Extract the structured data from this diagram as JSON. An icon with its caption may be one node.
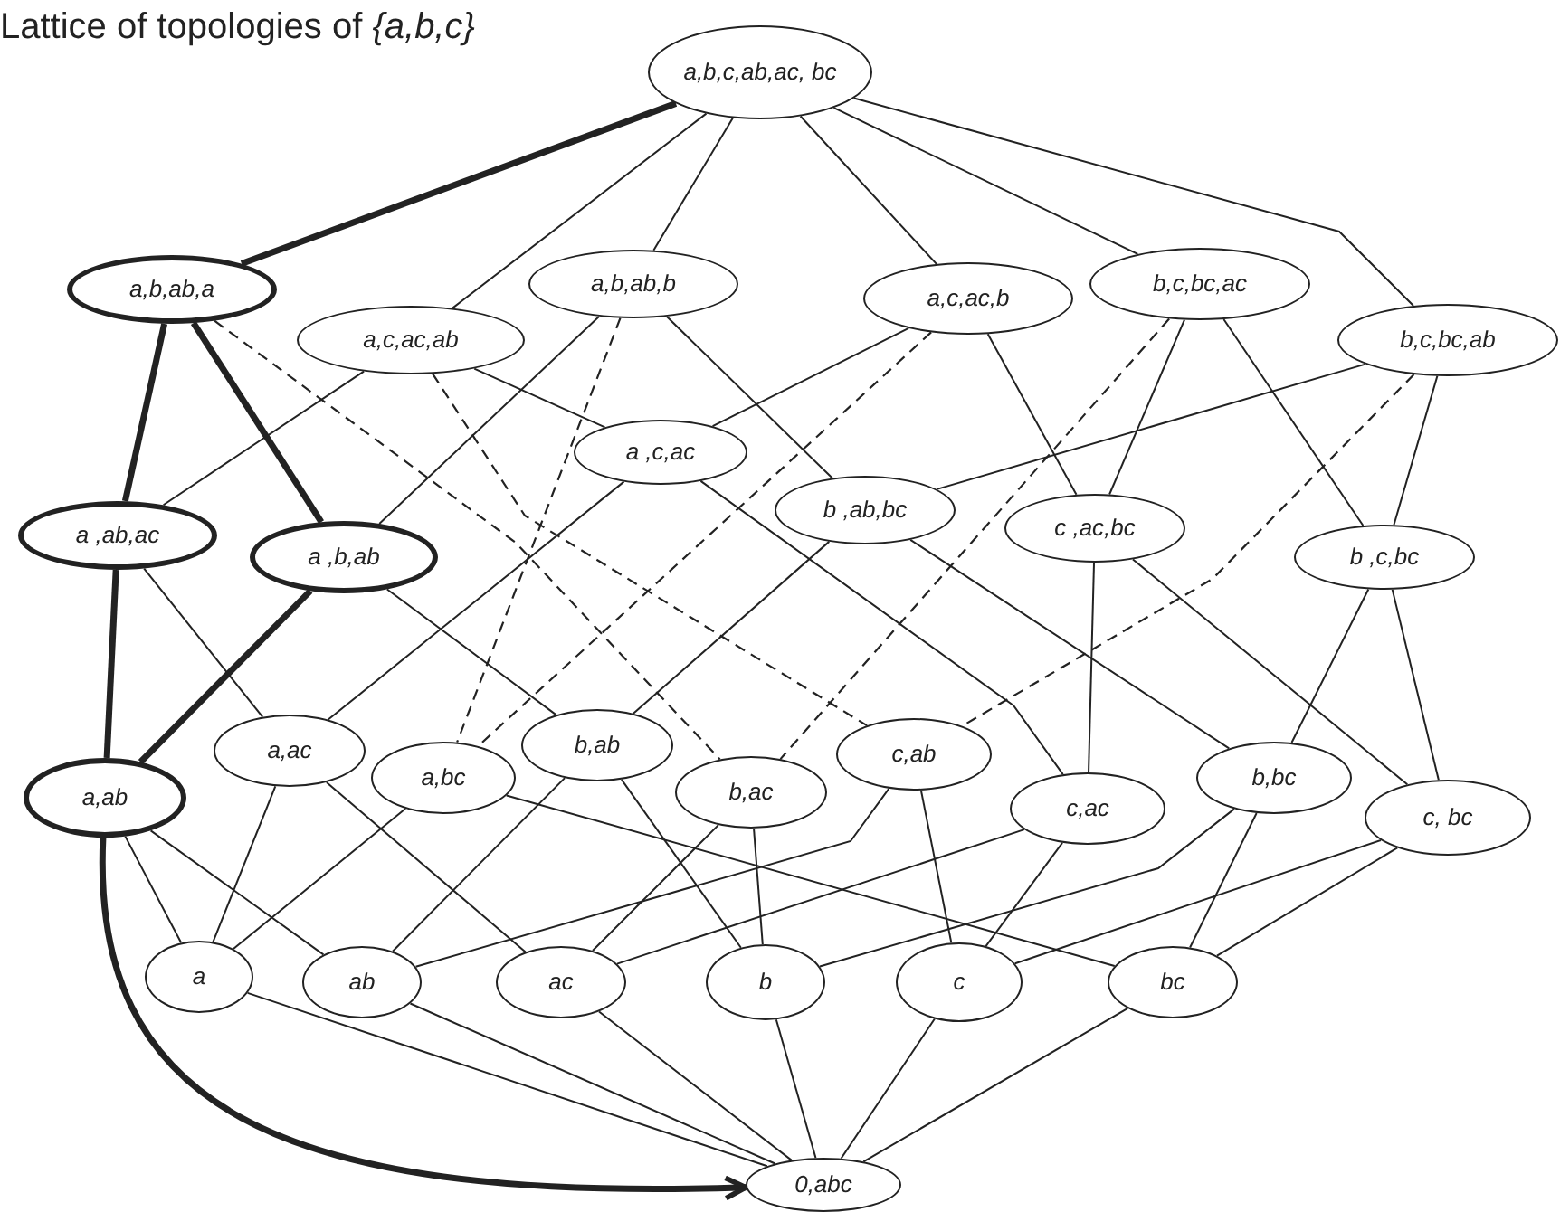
{
  "diagram": {
    "title": "Lattice of topologies of *{a,b,c}*",
    "nodes": [
      {
        "text": [
          "a,b,c,ab,ac, bc"
        ]
      },
      {
        "text": [
          "a,b,ab,a"
        ]
      },
      {
        "text": [
          "a,b,ab,b"
        ]
      },
      {
        "text": [
          "a,c,ac,ab"
        ]
      },
      {
        "text": [
          "a,c,ac,b"
        ]
      },
      {
        "text": [
          "b,c,bc,ac"
        ]
      },
      {
        "text": [
          "b,c,bc,ab"
        ]
      },
      {
        "text": [
          "a ,ab,ac"
        ]
      },
      {
        "text": [
          "a ,b,ab"
        ]
      },
      {
        "text": [
          "a ,c,ac"
        ]
      },
      {
        "text": [
          "b ,ab,bc"
        ]
      },
      {
        "text": [
          "c ,ac,bc"
        ]
      },
      {
        "text": [
          "b ,c,bc"
        ]
      },
      {
        "text": [
          "a,ab"
        ]
      },
      {
        "text": [
          "a,ac"
        ]
      },
      {
        "text": [
          "a,bc"
        ]
      },
      {
        "text": [
          "b,ab"
        ]
      },
      {
        "text": [
          "b,ac"
        ]
      },
      {
        "text": [
          "c,ab"
        ]
      },
      {
        "text": [
          "c,ac"
        ]
      },
      {
        "text": [
          "b,bc"
        ]
      },
      {
        "text": [
          "c, bc"
        ]
      },
      {
        "text": [
          "a"
        ]
      },
      {
        "text": [
          "ab"
        ]
      },
      {
        "text": [
          "ac"
        ]
      },
      {
        "text": [
          "b"
        ]
      },
      {
        "text": [
          "c"
        ]
      },
      {
        "text": [
          "bc"
        ]
      },
      {
        "text": [
          "0,abc"
        ]
      }
    ],
    "edges": [
      {
        "from": 0,
        "to": 1,
        "arrow": "none",
        "style": "thick"
      },
      {
        "from": 0,
        "to": 3,
        "arrow": "none"
      },
      {
        "from": 0,
        "to": 2,
        "arrow": "none"
      },
      {
        "from": 0,
        "to": 4,
        "arrow": "none"
      },
      {
        "from": 0,
        "to": 5,
        "arrow": "none"
      },
      {
        "from": 0,
        "to": 6,
        "arrow": "none"
      },
      {
        "from": 1,
        "to": 7,
        "arrow": "none",
        "style": "thick"
      },
      {
        "from": 1,
        "to": 8,
        "arrow": "none",
        "style": "thick"
      },
      {
        "from": 1,
        "to": 17,
        "arrow": "none",
        "style": "dashed"
      },
      {
        "from": 2,
        "to": 8,
        "arrow": "none"
      },
      {
        "from": 2,
        "to": 10,
        "arrow": "none"
      },
      {
        "from": 2,
        "to": 15,
        "arrow": "none",
        "style": "dashed"
      },
      {
        "from": 3,
        "to": 7,
        "arrow": "none"
      },
      {
        "from": 3,
        "to": 9,
        "arrow": "none"
      },
      {
        "from": 3,
        "to": 18,
        "arrow": "none",
        "style": "dashed"
      },
      {
        "from": 4,
        "to": 9,
        "arrow": "none"
      },
      {
        "from": 4,
        "to": 11,
        "arrow": "none"
      },
      {
        "from": 4,
        "to": 15,
        "arrow": "none",
        "style": "dashed"
      },
      {
        "from": 5,
        "to": 11,
        "arrow": "none"
      },
      {
        "from": 5,
        "to": 12,
        "arrow": "none"
      },
      {
        "from": 5,
        "to": 17,
        "arrow": "none",
        "style": "dashed"
      },
      {
        "from": 6,
        "to": 10,
        "arrow": "none"
      },
      {
        "from": 6,
        "to": 12,
        "arrow": "none"
      },
      {
        "from": 6,
        "to": 18,
        "arrow": "none",
        "style": "dashed"
      },
      {
        "from": 7,
        "to": 13,
        "arrow": "none",
        "style": "thick"
      },
      {
        "from": 7,
        "to": 14,
        "arrow": "none"
      },
      {
        "from": 8,
        "to": 13,
        "arrow": "none",
        "style": "thick"
      },
      {
        "from": 8,
        "to": 16,
        "arrow": "none"
      },
      {
        "from": 9,
        "to": 14,
        "arrow": "none"
      },
      {
        "from": 9,
        "to": 19,
        "arrow": "none"
      },
      {
        "from": 10,
        "to": 16,
        "arrow": "none"
      },
      {
        "from": 10,
        "to": 20,
        "arrow": "none"
      },
      {
        "from": 11,
        "to": 19,
        "arrow": "none"
      },
      {
        "from": 11,
        "to": 21,
        "arrow": "none"
      },
      {
        "from": 12,
        "to": 20,
        "arrow": "none"
      },
      {
        "from": 12,
        "to": 21,
        "arrow": "none"
      },
      {
        "from": 13,
        "to": 22,
        "arrow": "none"
      },
      {
        "from": 13,
        "to": 23,
        "arrow": "none"
      },
      {
        "from": 14,
        "to": 22,
        "arrow": "none"
      },
      {
        "from": 14,
        "to": 24,
        "arrow": "none"
      },
      {
        "from": 15,
        "to": 22,
        "arrow": "none"
      },
      {
        "from": 15,
        "to": 27,
        "arrow": "none"
      },
      {
        "from": 16,
        "to": 23,
        "arrow": "none"
      },
      {
        "from": 16,
        "to": 25,
        "arrow": "none"
      },
      {
        "from": 17,
        "to": 24,
        "arrow": "none"
      },
      {
        "from": 17,
        "to": 25,
        "arrow": "none"
      },
      {
        "from": 18,
        "to": 23,
        "arrow": "none"
      },
      {
        "from": 18,
        "to": 26,
        "arrow": "none"
      },
      {
        "from": 19,
        "to": 24,
        "arrow": "none"
      },
      {
        "from": 19,
        "to": 26,
        "arrow": "none"
      },
      {
        "from": 20,
        "to": 25,
        "arrow": "none"
      },
      {
        "from": 20,
        "to": 27,
        "arrow": "none"
      },
      {
        "from": 21,
        "to": 26,
        "arrow": "none"
      },
      {
        "from": 21,
        "to": 27,
        "arrow": "none"
      },
      {
        "from": 22,
        "to": 28,
        "arrow": "none"
      },
      {
        "from": 23,
        "to": 28,
        "arrow": "none"
      },
      {
        "from": 24,
        "to": 28,
        "arrow": "none"
      },
      {
        "from": 25,
        "to": 28,
        "arrow": "none"
      },
      {
        "from": 26,
        "to": 28,
        "arrow": "none"
      },
      {
        "from": 27,
        "to": 28,
        "arrow": "none"
      },
      {
        "from": 13,
        "to": 28,
        "arrow": "to",
        "style": "thick"
      }
    ]
  }
}
